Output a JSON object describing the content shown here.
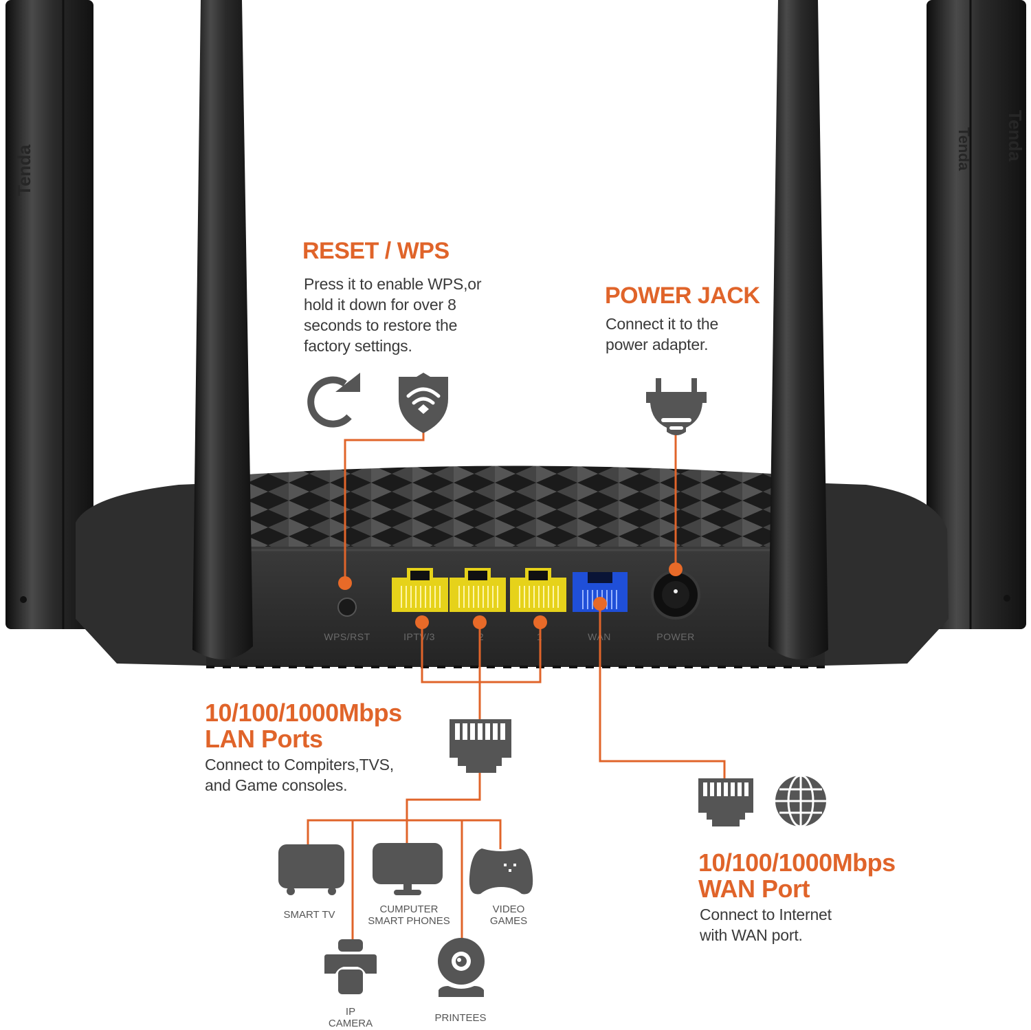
{
  "colors": {
    "accent": "#e0642a",
    "icon": "#555555",
    "router_body": "#2c2c2c",
    "lan_port": "#e6d21a",
    "wan_port": "#1f4fd8"
  },
  "brand_watermark": "Tenda",
  "reset_wps": {
    "title": "RESET / WPS",
    "description": [
      "Press it to enable WPS,or",
      "hold it down for over 8",
      "seconds to restore the",
      "factory settings."
    ],
    "icons": [
      "refresh-icon",
      "wifi-shield-icon"
    ]
  },
  "power_jack": {
    "title": "POWER JACK",
    "description": [
      "Connect it to the",
      "power adapter."
    ],
    "icon": "plug-icon"
  },
  "router_ports": [
    {
      "id": "wps-rst",
      "label": "WPS/RST"
    },
    {
      "id": "lan3",
      "label": "IPTV/3"
    },
    {
      "id": "lan2",
      "label": "2"
    },
    {
      "id": "lan1",
      "label": "1"
    },
    {
      "id": "wan",
      "label": "WAN"
    },
    {
      "id": "power",
      "label": "POWER"
    }
  ],
  "lan": {
    "title_line1": "10/100/1000Mbps",
    "title_line2": "LAN Ports",
    "description": [
      "Connect to Compiters,TVS,",
      "and Game consoles."
    ],
    "icon": "ethernet-icon"
  },
  "wan": {
    "title_line1": "10/100/1000Mbps",
    "title_line2": "WAN Port",
    "description": [
      "Connect to Internet",
      "with WAN port."
    ],
    "icons": [
      "ethernet-icon",
      "globe-icon"
    ]
  },
  "devices": [
    {
      "id": "smart-tv",
      "label_lines": [
        "SMART TV"
      ]
    },
    {
      "id": "computer",
      "label_lines": [
        "CUMPUTER",
        "SMART PHONES"
      ]
    },
    {
      "id": "video-games",
      "label_lines": [
        "VIDEO",
        "GAMES"
      ]
    },
    {
      "id": "ip-camera",
      "label_lines": [
        "IP",
        "CAMERA"
      ]
    },
    {
      "id": "printer",
      "label_lines": [
        "PRINTEES"
      ]
    }
  ]
}
